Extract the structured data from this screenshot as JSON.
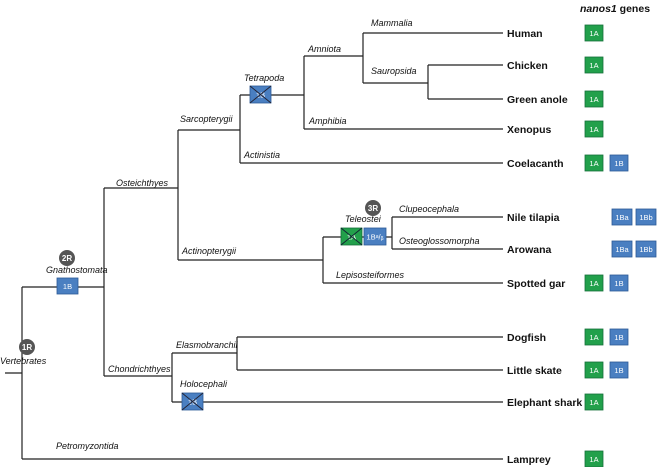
{
  "header": {
    "gene_name": "nanos1",
    "suffix": " genes"
  },
  "colors": {
    "1A": "#22a04b",
    "1B": "#4a7fc1",
    "wgd": "#555555",
    "line": "#222222"
  },
  "wgd_events": [
    "1R",
    "2R",
    "3R"
  ],
  "clades": {
    "vertebrates": "Vertebrates",
    "gnathostomata": "Gnathostomata",
    "osteichthyes": "Osteichthyes",
    "sarcopterygii": "Sarcopterygii",
    "tetrapoda": "Tetrapoda",
    "amniota": "Amniota",
    "mammalia": "Mammalia",
    "sauropsida": "Sauropsida",
    "amphibia": "Amphibia",
    "actinistia": "Actinistia",
    "actinopterygii": "Actinopterygii",
    "teleostei": "Teleostei",
    "clupeocephala": "Clupeocephala",
    "osteoglossomorpha": "Osteoglossomorpha",
    "lepisosteiformes": "Lepisosteiformes",
    "chondrichthyes": "Chondrichthyes",
    "elasmobranchii": "Elasmobranchii",
    "holocephali": "Holocephali",
    "petromyzontida": "Petromyzontida"
  },
  "node_boxes": {
    "gnathostomata": "1B",
    "tetrapoda_loss": "1B",
    "teleostei_loss": "1A",
    "teleostei_dup": "1Bᵃ/ᵦ",
    "holocephali_loss": "1B"
  },
  "taxa": [
    {
      "name": "Human",
      "genes": [
        "1A"
      ]
    },
    {
      "name": "Chicken",
      "genes": [
        "1A"
      ]
    },
    {
      "name": "Green anole",
      "genes": [
        "1A"
      ]
    },
    {
      "name": "Xenopus",
      "genes": [
        "1A"
      ]
    },
    {
      "name": "Coelacanth",
      "genes": [
        "1A",
        "1B"
      ]
    },
    {
      "name": "Nile tilapia",
      "genes": [
        "1Ba",
        "1Bb"
      ]
    },
    {
      "name": "Arowana",
      "genes": [
        "1Ba",
        "1Bb"
      ]
    },
    {
      "name": "Spotted gar",
      "genes": [
        "1A",
        "1B"
      ]
    },
    {
      "name": "Dogfish",
      "genes": [
        "1A",
        "1B"
      ]
    },
    {
      "name": "Little skate",
      "genes": [
        "1A",
        "1B"
      ]
    },
    {
      "name": "Elephant shark",
      "genes": [
        "1A"
      ]
    },
    {
      "name": "Lamprey",
      "genes": [
        "1A"
      ]
    }
  ]
}
